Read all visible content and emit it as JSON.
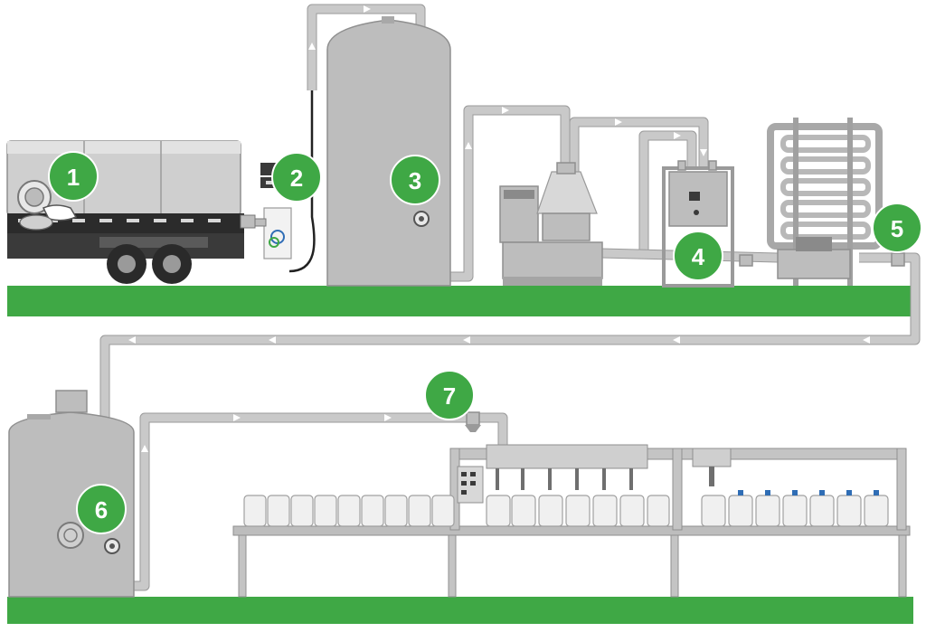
{
  "colors": {
    "accent": "#3fa845",
    "floor": "#3fa845",
    "equipment": "#bdbdbd",
    "pipe": "#c9c9c9",
    "cap": "#2f6db5"
  },
  "steps": [
    {
      "label": "1"
    },
    {
      "label": "2"
    },
    {
      "label": "3"
    },
    {
      "label": "4"
    },
    {
      "label": "5"
    },
    {
      "label": "6"
    },
    {
      "label": "7"
    }
  ]
}
